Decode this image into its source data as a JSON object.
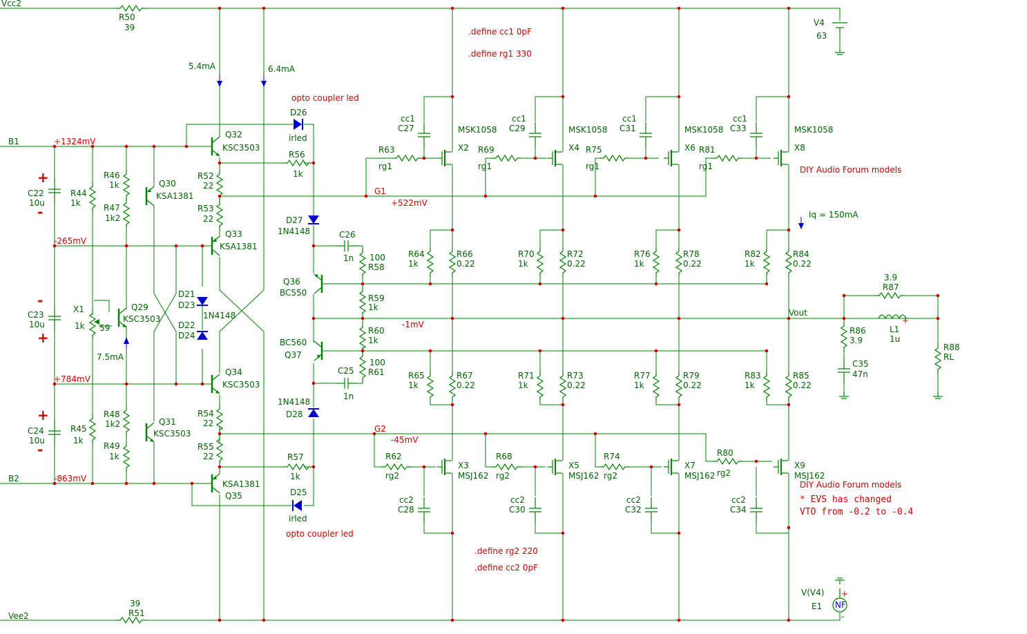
{
  "nets": {
    "vcc2": "Vcc2",
    "vee2": "Vee2",
    "b1": "B1",
    "b2": "B2",
    "g1": "G1",
    "g2": "G2",
    "vout": "Vout",
    "v_b1": "+1324mV",
    "v_m265": "-265mV",
    "v_784": "+784mV",
    "v_m863": "-863mV",
    "v_g1": "+522mV",
    "v_g2": "-45mV",
    "v_out": "-1mV"
  },
  "currents": {
    "i54": "5.4mA",
    "i64": "6.4mA",
    "i75": "7.5mA",
    "iq": "Iq = 150mA"
  },
  "notes": {
    "def_cc1": ".define cc1 0pF",
    "def_rg1": ".define rg1 330",
    "def_rg2": ".define rg2 220",
    "def_cc2": ".define cc2 0pF",
    "opto1": "opto coupler led",
    "opto2": "opto coupler led",
    "diy1": "DIY Audio Forum models",
    "diy2": "DIY Audio Forum models",
    "evs1": "*  EVS has changed",
    "evs2": "VTO from -0.2 to -0.4"
  },
  "polarity": {
    "plus": "+",
    "minus": "-"
  },
  "parts": {
    "R50": [
      "R50",
      "39"
    ],
    "R51": [
      "39",
      "R51"
    ],
    "V4": [
      "V4",
      "63"
    ],
    "E1": [
      "V(V4)",
      "E1",
      "NF"
    ],
    "C22": [
      "C22",
      "10u"
    ],
    "C23": [
      "C23",
      "10u"
    ],
    "C24": [
      "C24",
      "10u"
    ],
    "R44": [
      "R44",
      "1k"
    ],
    "R45": [
      "R45",
      "1k"
    ],
    "X1": [
      "X1",
      "1k",
      "59"
    ],
    "R46": [
      "R46",
      "1k"
    ],
    "R47": [
      "R47",
      "1k2"
    ],
    "R48": [
      "R48",
      "1k2"
    ],
    "R49": [
      "R49",
      "1k"
    ],
    "Q30": [
      "Q30",
      "KSA1381"
    ],
    "Q29": [
      "Q29",
      "KSC3503"
    ],
    "Q31": [
      "Q31",
      "KSC3503"
    ],
    "Q32": [
      "Q32",
      "KSC3503"
    ],
    "Q33": [
      "Q33",
      "KSA1381"
    ],
    "Q34": [
      "Q34",
      "KSC3503"
    ],
    "Q35": [
      "KSA1381",
      "Q35"
    ],
    "R52": [
      "R52",
      "22"
    ],
    "R53": [
      "R53",
      "22"
    ],
    "R54": [
      "R54",
      "22"
    ],
    "R55": [
      "R55",
      "22"
    ],
    "D21": [
      "D21",
      "D23",
      "1N4148"
    ],
    "D22": [
      "D22",
      "D24"
    ],
    "D26": [
      "D26",
      "irled"
    ],
    "D25": [
      "D25",
      "irled"
    ],
    "R56": [
      "R56",
      "1k"
    ],
    "R57": [
      "R57",
      "1k"
    ],
    "D27": [
      "D27",
      "1N4148"
    ],
    "D28": [
      "1N4148",
      "D28"
    ],
    "C26": [
      "C26",
      "1n"
    ],
    "C25": [
      "C25",
      "1n"
    ],
    "R58": [
      "100",
      "R58"
    ],
    "R61": [
      "100",
      "R61"
    ],
    "R59": [
      "R59",
      "1k"
    ],
    "R60": [
      "R60",
      "1k"
    ],
    "Q36": [
      "Q36",
      "BC550"
    ],
    "Q37": [
      "BC560",
      "Q37"
    ],
    "C27": [
      "cc1",
      "C27"
    ],
    "C29": [
      "cc1",
      "C29"
    ],
    "C31": [
      "cc1",
      "C31"
    ],
    "C33": [
      "cc1",
      "C33"
    ],
    "X2": [
      "MSK1058",
      "X2"
    ],
    "X4": [
      "MSK1058",
      "X4"
    ],
    "X6": [
      "MSK1058",
      "X6"
    ],
    "X8": [
      "MSK1058",
      "X8"
    ],
    "R63": [
      "R63",
      "rg1"
    ],
    "R69": [
      "R69",
      "rg1"
    ],
    "R75": [
      "R75",
      "rg1"
    ],
    "R81": [
      "R81",
      "rg1"
    ],
    "R64": [
      "R64",
      "1k"
    ],
    "R66": [
      "R66",
      "0.22"
    ],
    "R70": [
      "R70",
      "1k"
    ],
    "R72": [
      "R72",
      "0.22"
    ],
    "R76": [
      "R76",
      "1k"
    ],
    "R78": [
      "R78",
      "0.22"
    ],
    "R82": [
      "R82",
      "1k"
    ],
    "R84": [
      "R84",
      "0.22"
    ],
    "R65": [
      "R65",
      "1k"
    ],
    "R67": [
      "R67",
      "0.22"
    ],
    "R71": [
      "R71",
      "1k"
    ],
    "R73": [
      "R73",
      "0.22"
    ],
    "R77": [
      "R77",
      "1k"
    ],
    "R79": [
      "R79",
      "0.22"
    ],
    "R83": [
      "R83",
      "1k"
    ],
    "R85": [
      "R85",
      "0.22"
    ],
    "R62": [
      "R62",
      "rg2"
    ],
    "R68": [
      "R68",
      "rg2"
    ],
    "R74": [
      "R74",
      "rg2"
    ],
    "R80": [
      "R80",
      "rg2"
    ],
    "X3": [
      "X3",
      "MSJ162"
    ],
    "X5": [
      "X5",
      "MSJ162"
    ],
    "X7": [
      "X7",
      "MSJ162"
    ],
    "X9": [
      "X9",
      "MSJ162"
    ],
    "C28": [
      "cc2",
      "C28"
    ],
    "C30": [
      "cc2",
      "C30"
    ],
    "C32": [
      "cc2",
      "C32"
    ],
    "C34": [
      "cc2",
      "C34"
    ],
    "R87": [
      "3.9",
      "R87"
    ],
    "R86": [
      "R86",
      "3.9"
    ],
    "C35": [
      "C35",
      "47n"
    ],
    "L1": [
      "L1",
      "1u"
    ],
    "R88": [
      "R88",
      "RL"
    ]
  }
}
